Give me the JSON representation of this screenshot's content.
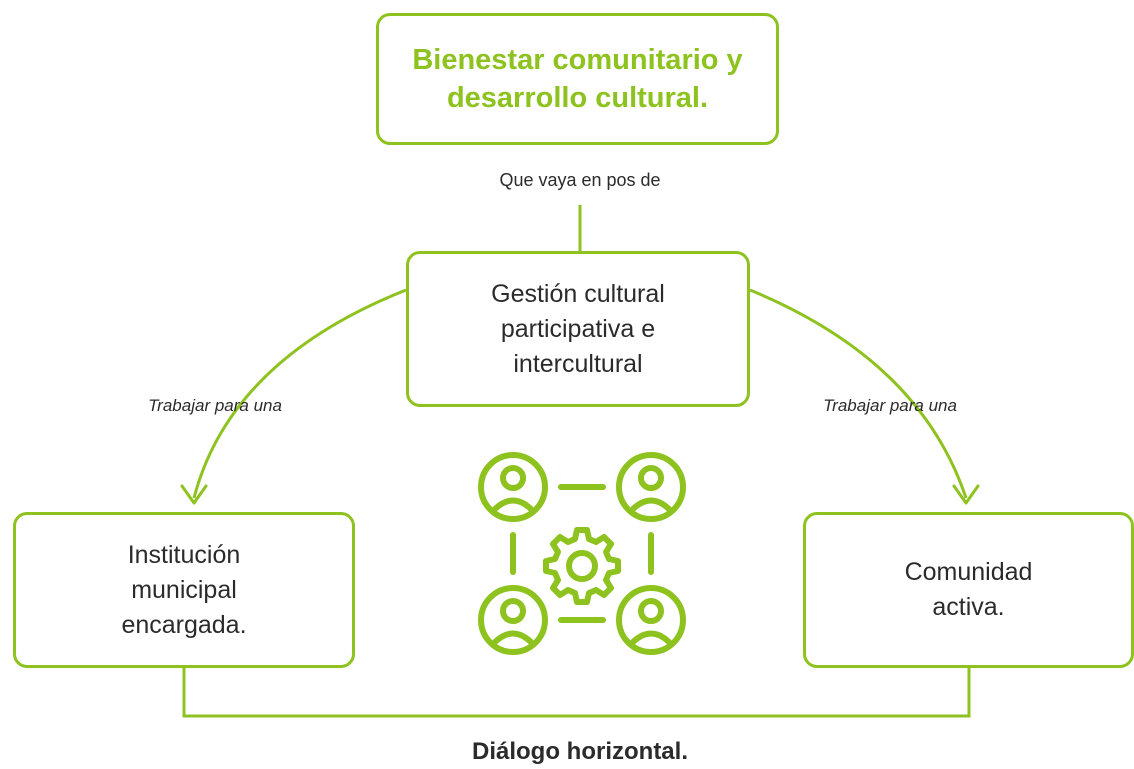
{
  "colors": {
    "accent": "#8dc21f",
    "text": "#2b2b2b"
  },
  "goal": {
    "line1": "Bienestar comunitario y",
    "line2": "desarrollo cultural."
  },
  "top_connector_label": "Que vaya en pos de",
  "center": {
    "line1": "Gestión cultural",
    "line2": "participativa e",
    "line3": "intercultural"
  },
  "left_arc_label": "Trabajar para una",
  "right_arc_label": "Trabajar para una",
  "left_box": {
    "line1": "Institución",
    "line2": "municipal",
    "line3": "encargada."
  },
  "right_box": {
    "line1": "Comunidad",
    "line2": "activa."
  },
  "bottom_label": "Diálogo horizontal.",
  "center_icon": "network-people-gear-icon"
}
